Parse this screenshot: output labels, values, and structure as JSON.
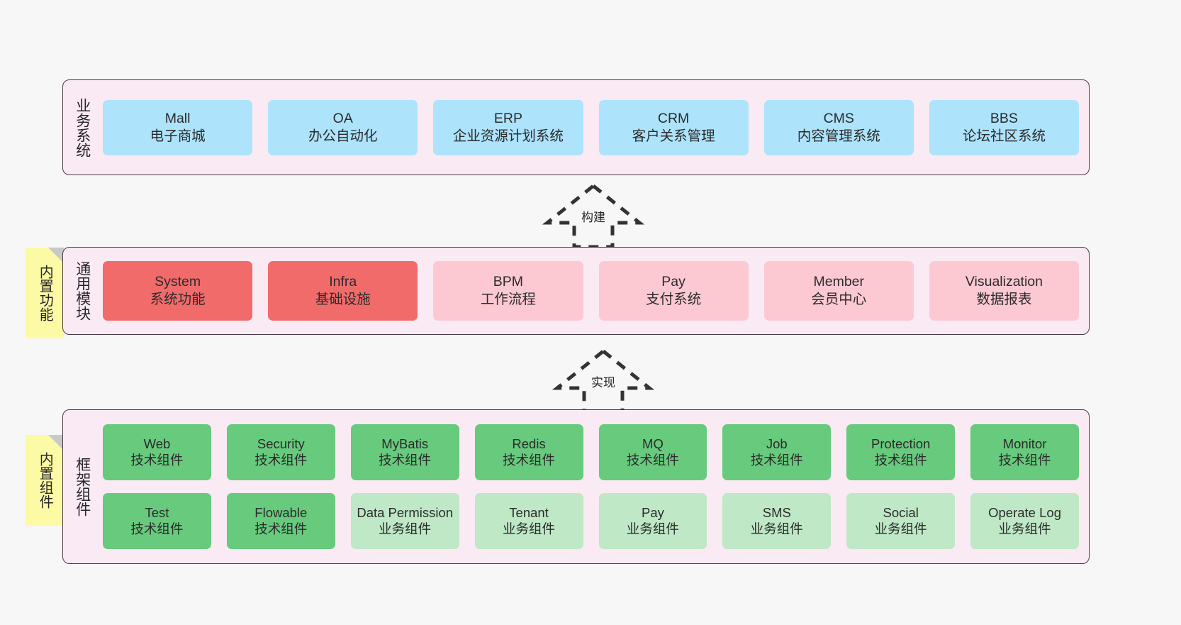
{
  "layers": [
    {
      "id": "business",
      "title": "业务系统",
      "rows": [
        {
          "style": "blue",
          "cards": [
            {
              "en": "Mall",
              "cn": "电子商城"
            },
            {
              "en": "OA",
              "cn": "办公自动化"
            },
            {
              "en": "ERP",
              "cn": "企业资源计划系统"
            },
            {
              "en": "CRM",
              "cn": "客户关系管理"
            },
            {
              "en": "CMS",
              "cn": "内容管理系统"
            },
            {
              "en": "BBS",
              "cn": "论坛社区系统"
            }
          ]
        }
      ]
    },
    {
      "id": "common",
      "title": "通用模块",
      "note": "内置功能",
      "rows": [
        {
          "cards": [
            {
              "en": "System",
              "cn": "系统功能",
              "style": "red"
            },
            {
              "en": "Infra",
              "cn": "基础设施",
              "style": "red"
            },
            {
              "en": "BPM",
              "cn": "工作流程",
              "style": "pink"
            },
            {
              "en": "Pay",
              "cn": "支付系统",
              "style": "pink"
            },
            {
              "en": "Member",
              "cn": "会员中心",
              "style": "pink"
            },
            {
              "en": "Visualization",
              "cn": "数据报表",
              "style": "pink"
            }
          ]
        }
      ]
    },
    {
      "id": "framework",
      "title": "框架组件",
      "note": "内置组件",
      "rows": [
        {
          "cards": [
            {
              "en": "Web",
              "cn": "技术组件",
              "style": "green"
            },
            {
              "en": "Security",
              "cn": "技术组件",
              "style": "green"
            },
            {
              "en": "MyBatis",
              "cn": "技术组件",
              "style": "green"
            },
            {
              "en": "Redis",
              "cn": "技术组件",
              "style": "green"
            },
            {
              "en": "MQ",
              "cn": "技术组件",
              "style": "green"
            },
            {
              "en": "Job",
              "cn": "技术组件",
              "style": "green"
            },
            {
              "en": "Protection",
              "cn": "技术组件",
              "style": "green"
            },
            {
              "en": "Monitor",
              "cn": "技术组件",
              "style": "green"
            }
          ]
        },
        {
          "cards": [
            {
              "en": "Test",
              "cn": "技术组件",
              "style": "green"
            },
            {
              "en": "Flowable",
              "cn": "技术组件",
              "style": "green"
            },
            {
              "en": "Data Permission",
              "cn": "业务组件",
              "style": "lgreen"
            },
            {
              "en": "Tenant",
              "cn": "业务组件",
              "style": "lgreen"
            },
            {
              "en": "Pay",
              "cn": "业务组件",
              "style": "lgreen"
            },
            {
              "en": "SMS",
              "cn": "业务组件",
              "style": "lgreen"
            },
            {
              "en": "Social",
              "cn": "业务组件",
              "style": "lgreen"
            },
            {
              "en": "Operate Log",
              "cn": "业务组件",
              "style": "lgreen"
            }
          ]
        }
      ]
    }
  ],
  "arrows": [
    {
      "id": "build",
      "label": "构建"
    },
    {
      "id": "impl",
      "label": "实现"
    }
  ],
  "colors": {
    "background": "#f7f7f7",
    "layer_bg": "#f9eaf4",
    "layer_border": "#4a3a44",
    "blue": "#ade3fb",
    "red": "#f26b6b",
    "pink": "#fcc9d3",
    "green": "#67ca7d",
    "light_green": "#bfe8c6",
    "note_yellow": "#fcfaa5",
    "note_fold": "#c9c9c9",
    "arrow_stroke": "#333333"
  }
}
